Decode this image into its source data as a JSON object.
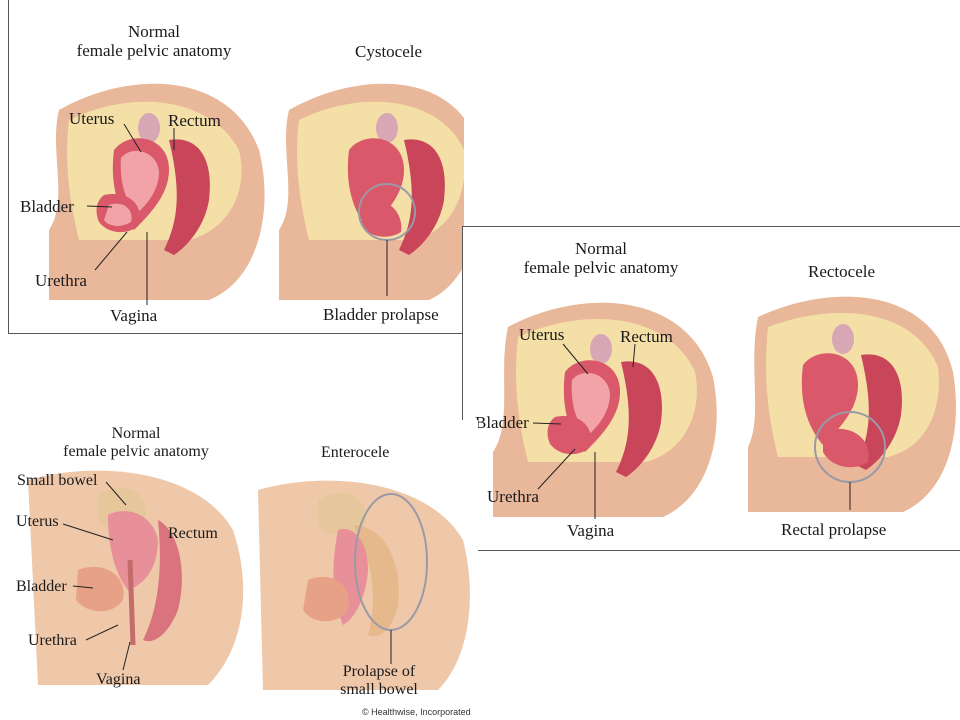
{
  "panel_cystocele": {
    "title_normal_1": "Normal",
    "title_normal_2": "female pelvic anatomy",
    "title_condition": "Cystocele",
    "labels": {
      "uterus": "Uterus",
      "rectum": "Rectum",
      "bladder": "Bladder",
      "urethra": "Urethra",
      "vagina": "Vagina",
      "prolapse": "Bladder prolapse"
    }
  },
  "panel_rectocele": {
    "title_normal_1": "Normal",
    "title_normal_2": "female pelvic anatomy",
    "title_condition": "Rectocele",
    "labels": {
      "uterus": "Uterus",
      "rectum": "Rectum",
      "bladder": "Bladder",
      "urethra": "Urethra",
      "vagina": "Vagina",
      "prolapse": "Rectal prolapse"
    }
  },
  "panel_enterocele": {
    "title_normal_1": "Normal",
    "title_normal_2": "female pelvic anatomy",
    "title_condition": "Enterocele",
    "labels": {
      "small_bowel": "Small bowel",
      "uterus": "Uterus",
      "rectum": "Rectum",
      "bladder": "Bladder",
      "urethra": "Urethra",
      "vagina": "Vagina",
      "prolapse_1": "Prolapse of",
      "prolapse_2": "small bowel"
    }
  },
  "credit": "© Healthwise, Incorporated",
  "colors": {
    "skin": "#e9b79a",
    "skin_dark": "#c9856a",
    "fat": "#f4dfa6",
    "organ": "#d9586a",
    "organ_light": "#f2a3a8",
    "ring": "#9a9aa6"
  }
}
